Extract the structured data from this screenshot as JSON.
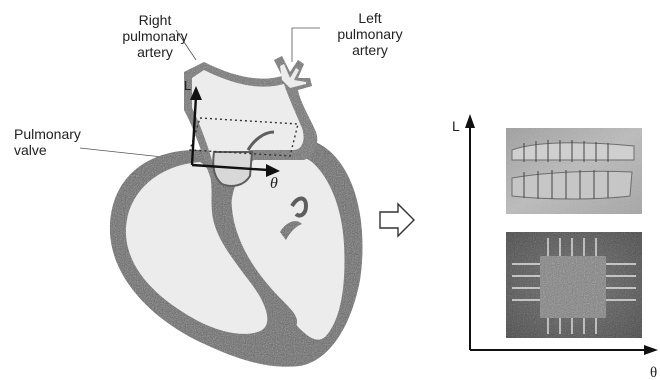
{
  "labels": {
    "right_pulmonary_artery": "Right\npulmonary\nartery",
    "left_pulmonary_artery": "Left\npulmonary\nartery",
    "pulmonary_valve": "Pulmonary\nvalve"
  },
  "heart_axes": {
    "longitudinal": "L",
    "circumferential": "θ"
  },
  "plot_axes": {
    "y_label": "L",
    "x_label": "θ"
  },
  "colors": {
    "tissue_dark": "#5e5e5e",
    "tissue_light": "#e9e9e9",
    "photo_bg": "#b9b9b9",
    "axis": "#111111"
  },
  "icons": [
    "open-arrow-icon"
  ]
}
